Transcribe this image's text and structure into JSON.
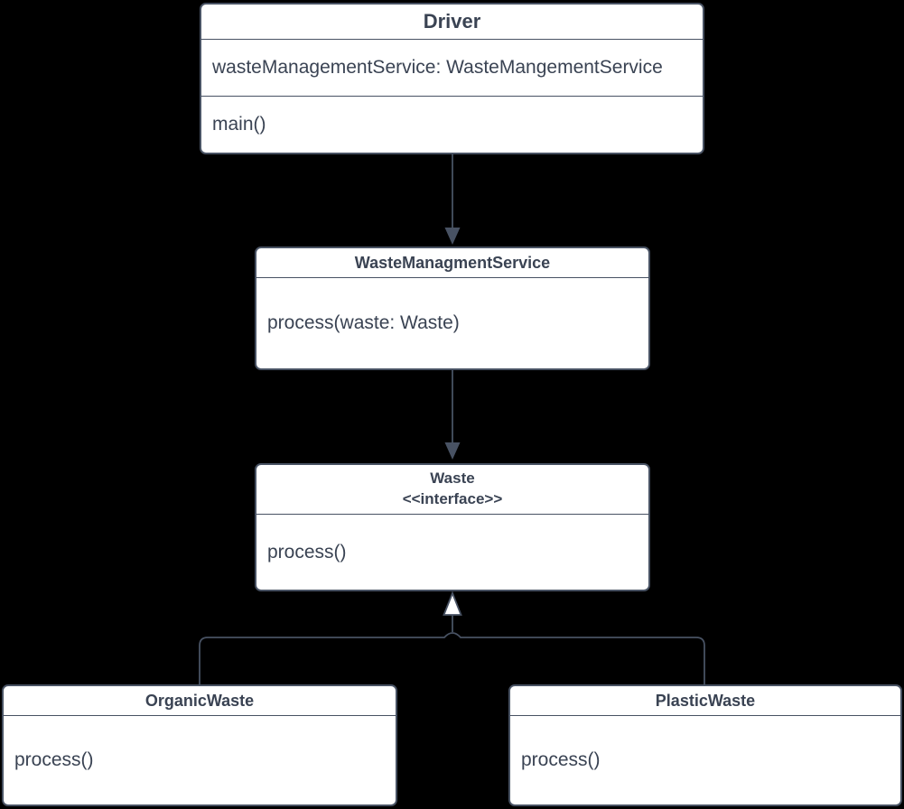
{
  "diagram": {
    "kind": "uml-class-diagram",
    "background": "#000000",
    "colors": {
      "box_fill": "#ffffff",
      "stroke": "#485263",
      "text": "#3a4353"
    },
    "classes": [
      {
        "id": "driver",
        "title": "Driver",
        "attributes": [
          "wasteManagementService: WasteMangementService"
        ],
        "methods": [
          "main()"
        ]
      },
      {
        "id": "waste-managment-service",
        "title": "WasteManagmentService",
        "attributes": [],
        "methods": [
          "process(waste: Waste)"
        ]
      },
      {
        "id": "waste-interface",
        "title": "Waste",
        "stereotype": "<<interface>>",
        "attributes": [],
        "methods": [
          "process()"
        ]
      },
      {
        "id": "organic-waste",
        "title": "OrganicWaste",
        "attributes": [],
        "methods": [
          "process()"
        ]
      },
      {
        "id": "plastic-waste",
        "title": "PlasticWaste",
        "attributes": [],
        "methods": [
          "process()"
        ]
      }
    ],
    "relationships": [
      {
        "from": "Driver",
        "to": "WasteManagmentService",
        "type": "directed-association",
        "arrowhead": "filled-triangle"
      },
      {
        "from": "WasteManagmentService",
        "to": "Waste",
        "type": "directed-association",
        "arrowhead": "filled-triangle"
      },
      {
        "from": "OrganicWaste",
        "to": "Waste",
        "type": "realization",
        "arrowhead": "hollow-triangle"
      },
      {
        "from": "PlasticWaste",
        "to": "Waste",
        "type": "realization",
        "arrowhead": "hollow-triangle"
      }
    ]
  }
}
